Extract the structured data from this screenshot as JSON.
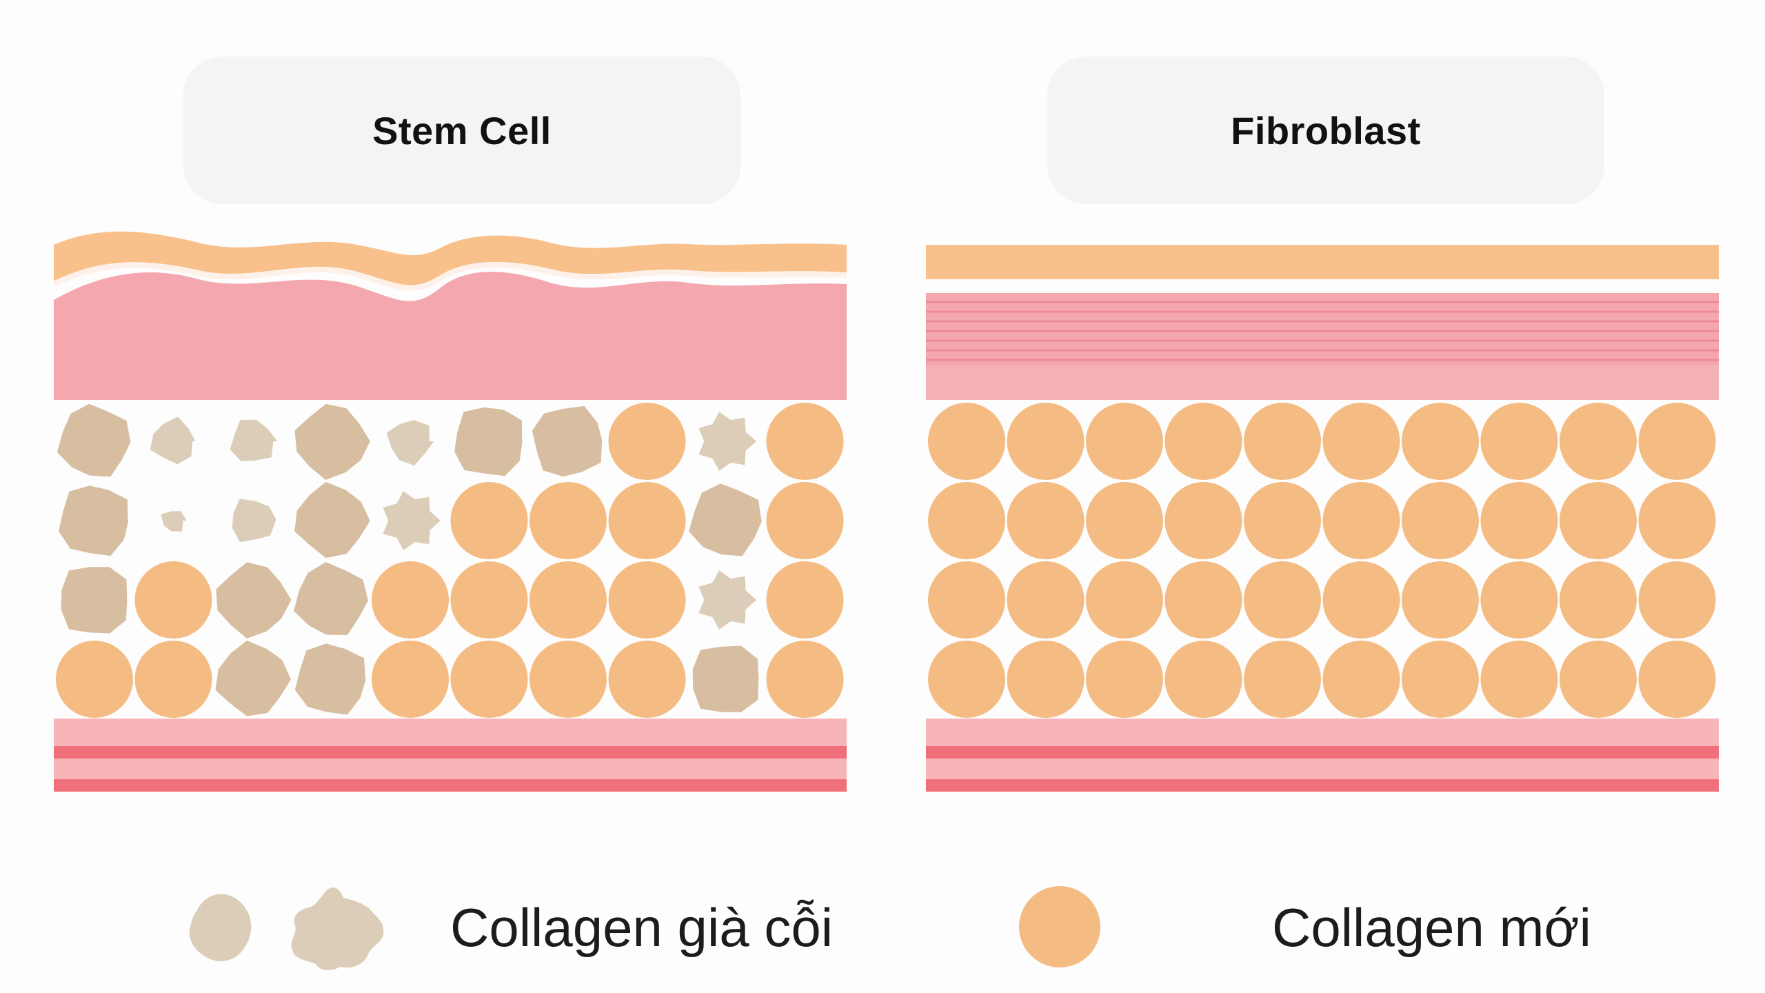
{
  "panels": {
    "left": {
      "title": "Stem Cell"
    },
    "right": {
      "title": "Fibroblast"
    }
  },
  "legend": {
    "old_collagen": "Collagen già cỗi",
    "new_collagen": "Collagen mới"
  },
  "colors": {
    "new_collagen": "#f4bb82",
    "old_collagen": "#d7bea0",
    "old_collagen_light": "#dccdb8",
    "skin_top": "#f8c08a",
    "dermis": "#f5a7b0",
    "base_stripe_light": "#f7b5ba",
    "base_stripe_dark": "#ef6f7a",
    "title_box": "#f3f4f6"
  },
  "left_grid": [
    [
      "old-large",
      "old-small",
      "old-small",
      "old-large",
      "old-small",
      "old-large",
      "old-large",
      "new",
      "old-star",
      "new"
    ],
    [
      "old-large",
      "old-tiny",
      "old-small",
      "old-large",
      "old-star",
      "new",
      "new",
      "new",
      "old-large",
      "new"
    ],
    [
      "old-large",
      "new",
      "old-large",
      "old-large",
      "new",
      "new",
      "new",
      "new",
      "old-star",
      "new"
    ],
    [
      "new",
      "new",
      "old-large",
      "old-large",
      "new",
      "new",
      "new",
      "new",
      "old-large",
      "new"
    ]
  ],
  "right_grid": [
    [
      "new",
      "new",
      "new",
      "new",
      "new",
      "new",
      "new",
      "new",
      "new",
      "new"
    ],
    [
      "new",
      "new",
      "new",
      "new",
      "new",
      "new",
      "new",
      "new",
      "new",
      "new"
    ],
    [
      "new",
      "new",
      "new",
      "new",
      "new",
      "new",
      "new",
      "new",
      "new",
      "new"
    ],
    [
      "new",
      "new",
      "new",
      "new",
      "new",
      "new",
      "new",
      "new",
      "new",
      "new"
    ]
  ]
}
